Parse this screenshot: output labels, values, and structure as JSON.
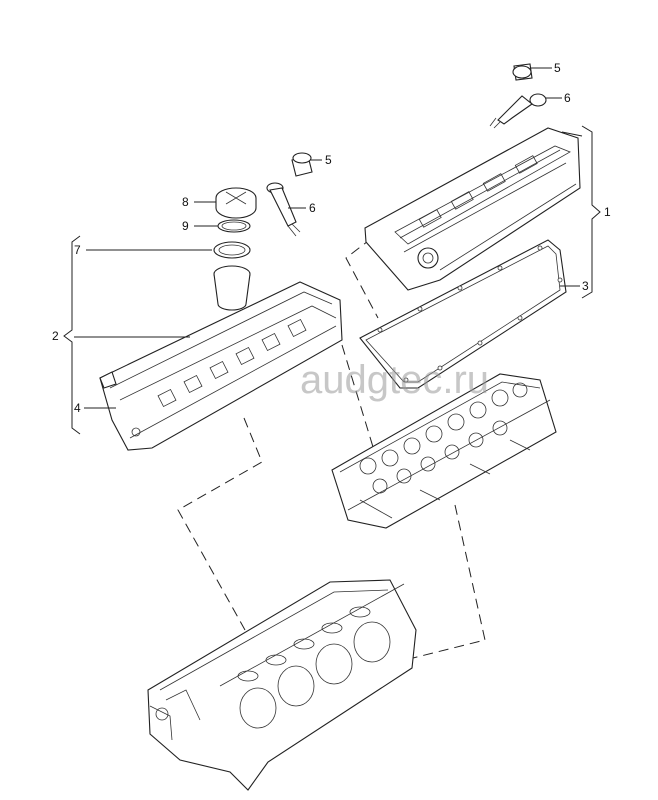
{
  "watermark": "audgtec.ru",
  "callouts": {
    "c1": "1",
    "c2": "2",
    "c3": "3",
    "c4": "4",
    "c5a": "5",
    "c5b": "5",
    "c6a": "6",
    "c6b": "6",
    "c7": "7",
    "c8": "8",
    "c9": "9"
  }
}
